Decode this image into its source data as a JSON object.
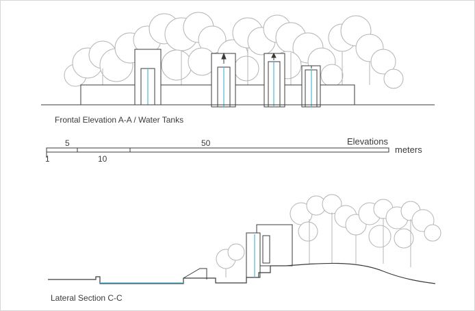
{
  "drawings": {
    "frontal": {
      "caption": "Frontal Elevation  A-A / Water Tanks"
    },
    "lateral": {
      "caption": "Lateral Section  C-C"
    }
  },
  "scale_bar": {
    "title": "Elevations",
    "unit": "meters",
    "ticks_top": [
      "5",
      "50"
    ],
    "ticks_bottom": [
      "1",
      "10"
    ]
  },
  "colors": {
    "line": "#3a3a3a",
    "tree_fill": "#ffffff",
    "tree_stroke": "#b4b4b4",
    "water": "#4bb7d6",
    "wall_fill": "#ffffff"
  }
}
